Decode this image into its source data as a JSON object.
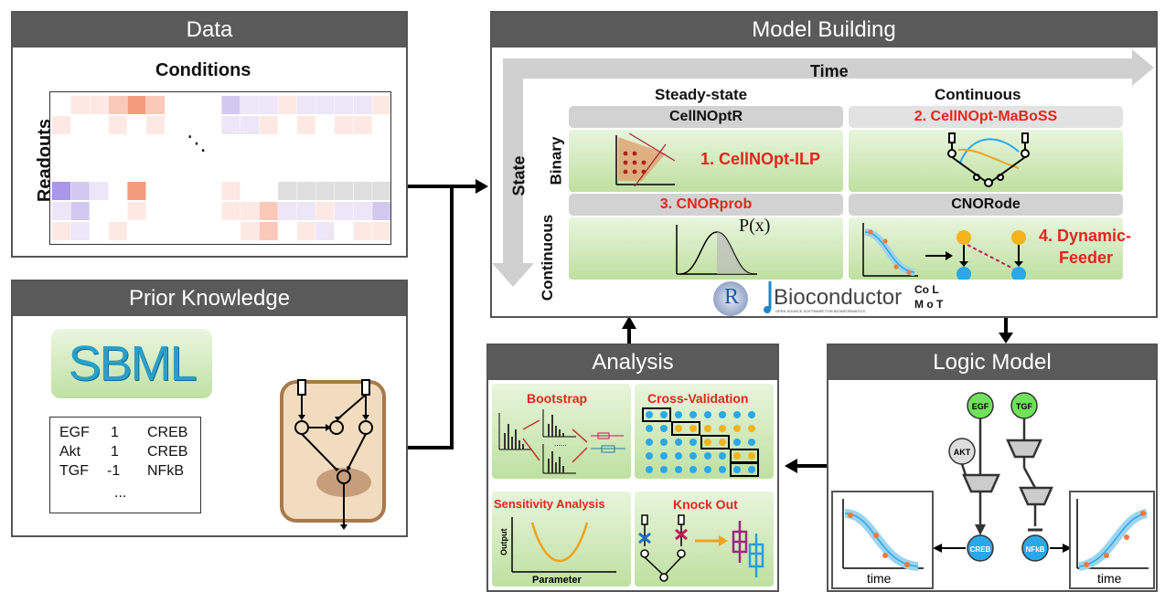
{
  "panels": {
    "data": "Data",
    "model_building": "Model Building",
    "prior_knowledge": "Prior Knowledge",
    "analysis": "Analysis",
    "logic_model": "Logic Model"
  },
  "data_panel": {
    "conditions": "Conditions",
    "readouts": "Readouts",
    "ellipsis": "⋱"
  },
  "model": {
    "time": "Time",
    "state": "State",
    "steady_state": "Steady-state",
    "continuous": "Continuous",
    "binary": "Binary",
    "continuous_row": "Continuous",
    "cellnoptr": "CellNOptR",
    "cellnopt_maboss": "2. CellNOpt-MaBoSS",
    "cellnopt_ilp": "1. CellNOpt-ILP",
    "cnorprob": "3. CNORprob",
    "cnorode": "CNORode",
    "px": "P(x)",
    "dynamic_feeder_1": "4. Dynamic-",
    "dynamic_feeder_2": "Feeder",
    "r_logo": "R",
    "bioconductor": "Bioconductor",
    "bioconductor_sub": "OPEN SOURCE SOFTWARE FOR BIOINFORMATICS",
    "colomot_1": "Co L",
    "colomot_2": "M o T"
  },
  "prior": {
    "sbml": "SBML",
    "table": [
      [
        "EGF",
        "1",
        "CREB"
      ],
      [
        "Akt",
        "1",
        "CREB"
      ],
      [
        "TGF",
        "-1",
        "NFkB"
      ]
    ],
    "table_ellipsis": "..."
  },
  "analysis": {
    "bootstrap": "Bootstrap",
    "cross_validation": "Cross-Validation",
    "sensitivity": "Sensitivity Analysis",
    "knockout": "Knock Out",
    "output": "Output",
    "parameter": "Parameter",
    "dots": "......"
  },
  "logic": {
    "egf": "EGF",
    "tgf": "TGF",
    "akt": "AKT",
    "creb": "CREB",
    "nfkb": "NFkB",
    "time_left": "time",
    "time_right": "time"
  },
  "colors": {
    "red_label": "#e3261d",
    "green_box": "#cfe8b4",
    "node_green": "#6fe25a",
    "node_blue": "#2aa8ea",
    "orange": "#f0a31c"
  }
}
